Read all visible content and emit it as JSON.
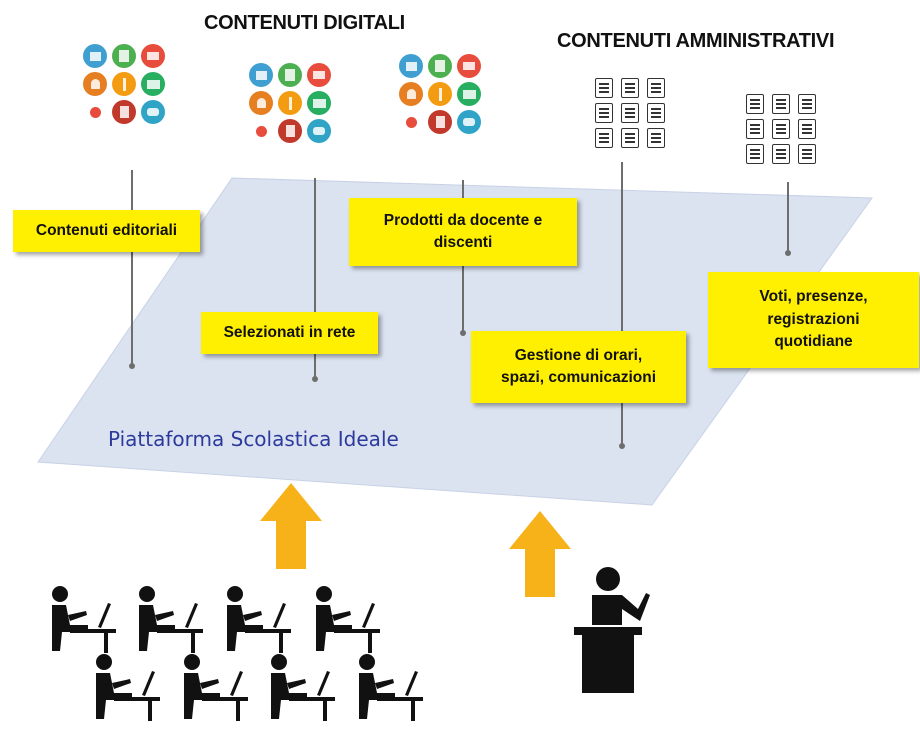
{
  "headings": {
    "digital": "CONTENUTI DIGITALI",
    "admin": "CONTENUTI AMMINISTRATIVI"
  },
  "labels": {
    "editoriali": "Contenuti editoriali",
    "selezionati": "Selezionati in rete",
    "prodotti": "Prodotti da docente e\ndiscenti",
    "gestione": "Gestione di orari,\nspazi, comunicazioni",
    "voti": "Voti, presenze,\nregistrazioni\nquotidiane"
  },
  "platform": {
    "label": "Piattaforma Scolastica Ideale",
    "color": "#dbe3f1"
  },
  "colors": {
    "label_bg": "#ffef00",
    "arrow": "#f7b21a",
    "icon_palette": [
      "#3f9fd0",
      "#4caf50",
      "#e74c3c",
      "#e67e22",
      "#f39c12",
      "#27ae60",
      "#e74c3c",
      "#c0392b",
      "#2fa4c7"
    ]
  },
  "icons": {
    "app_icon_set": [
      "computer-icon",
      "book-icon",
      "monitor-icon",
      "bell-icon",
      "thermometer-icon",
      "chalkboard-icon",
      "apple-icon",
      "calculator-icon",
      "binoculars-icon"
    ],
    "document_icon": "document-icon",
    "students": "student-at-desk-icon",
    "teacher": "teacher-at-lectern-icon"
  }
}
